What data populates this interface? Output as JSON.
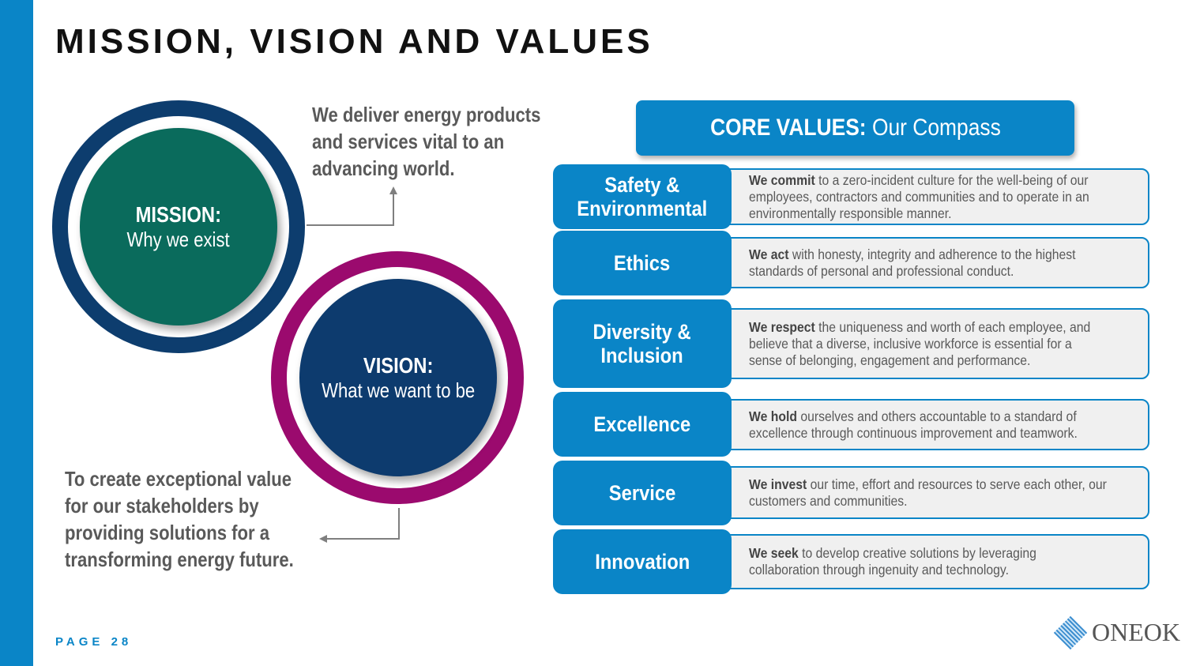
{
  "title": "MISSION, VISION AND VALUES",
  "page": "PAGE 28",
  "mission": {
    "heading": "MISSION:",
    "sub": "Why we exist",
    "statement_lines": [
      "We deliver energy products",
      "and services vital to an",
      "advancing world."
    ]
  },
  "vision": {
    "heading": "VISION:",
    "sub": "What we want to be",
    "statement_lines": [
      "To create exceptional value",
      "for our stakeholders by",
      "providing solutions for a",
      "transforming energy future."
    ]
  },
  "core_values": {
    "heading_bold": "CORE VALUES:",
    "heading_rest": " Our Compass",
    "items": [
      {
        "label": "Safety & Environmental",
        "lead": "We commit",
        "text": " to a zero-incident culture for the well-being of our employees, contractors and communities and to operate in an environmentally responsible manner."
      },
      {
        "label": "Ethics",
        "lead": "We act",
        "text": " with honesty, integrity and adherence to the highest standards of personal and professional conduct."
      },
      {
        "label": "Diversity & Inclusion",
        "lead": "We respect",
        "text": " the uniqueness and worth of each employee, and believe that a diverse, inclusive workforce is essential for a sense of belonging, engagement and performance."
      },
      {
        "label": "Excellence",
        "lead": "We hold",
        "text": " ourselves and others accountable to a standard of excellence through continuous improvement and teamwork."
      },
      {
        "label": "Service",
        "lead": "We invest",
        "text": " our time, effort and resources to serve each other, our customers and communities."
      },
      {
        "label": "Innovation",
        "lead": "We seek",
        "text": " to develop creative solutions by leveraging collaboration through ingenuity and technology."
      }
    ]
  },
  "logo": "ONEOK",
  "colors": {
    "blue": "#0a85c7",
    "navy": "#0d3b6e",
    "green": "#0a6b5c",
    "magenta": "#9b0a6e"
  }
}
